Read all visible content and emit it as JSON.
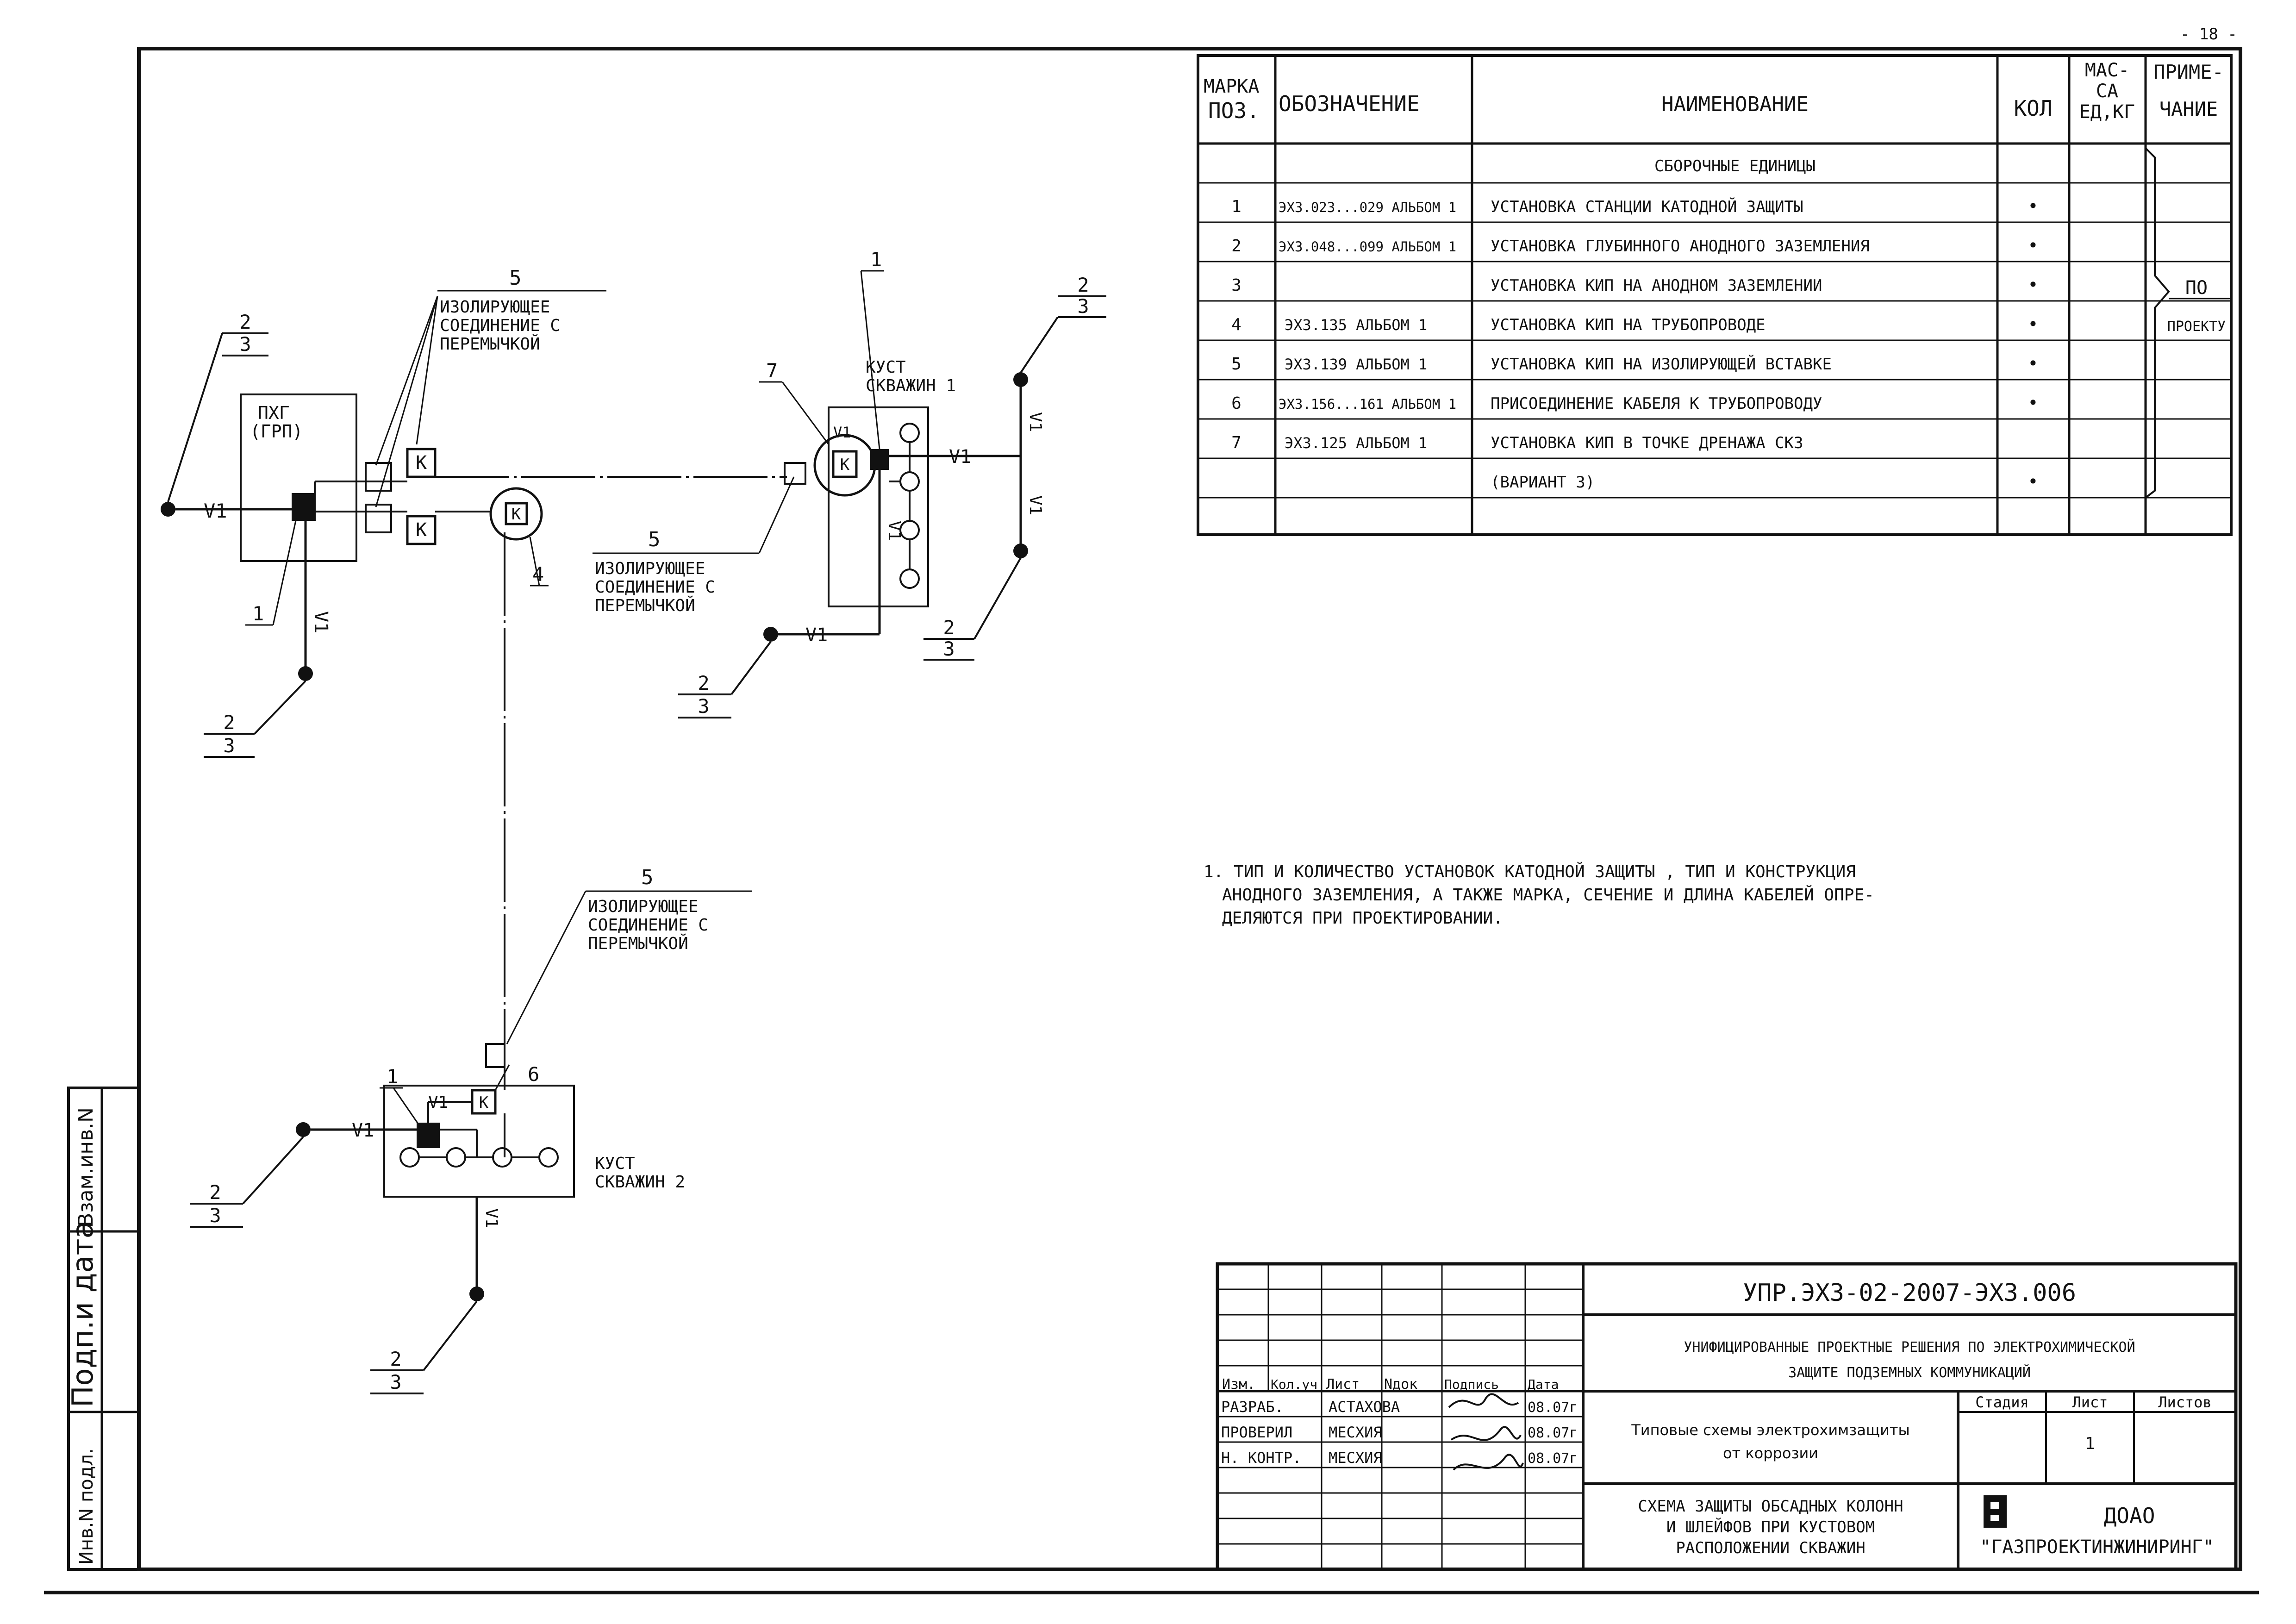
{
  "page_number": "- 18 -",
  "spec_table": {
    "headers": {
      "mark": [
        "МАРКА",
        "ПОЗ."
      ],
      "designation": "ОБОЗНАЧЕНИЕ",
      "name": "НАИМЕНОВАНИЕ",
      "qty": "КОЛ",
      "mass": [
        "МАС-",
        "СА",
        "ЕД,КГ"
      ],
      "note": [
        "ПРИМЕ-",
        "ЧАНИЕ"
      ]
    },
    "section": "СБОРОЧНЫЕ ЕДИНИЦЫ",
    "rows": [
      {
        "pos": "1",
        "designation": "ЭХЗ.023...029 АЛЬБОМ 1",
        "name": "УСТАНОВКА СТАНЦИИ КАТОДНОЙ ЗАЩИТЫ",
        "qty": "•"
      },
      {
        "pos": "2",
        "designation": "ЭХЗ.048...099 АЛЬБОМ 1",
        "name": "УСТАНОВКА ГЛУБИННОГО АНОДНОГО ЗАЗЕМЛЕНИЯ",
        "qty": "•"
      },
      {
        "pos": "3",
        "designation": "",
        "name": "УСТАНОВКА КИП НА АНОДНОМ ЗАЗЕМЛЕНИИ",
        "qty": "•"
      },
      {
        "pos": "4",
        "designation": "ЭХЗ.135 АЛЬБОМ 1",
        "name": "УСТАНОВКА КИП НА ТРУБОПРОВОДЕ",
        "qty": "•"
      },
      {
        "pos": "5",
        "designation": "ЭХЗ.139 АЛЬБОМ 1",
        "name": "УСТАНОВКА КИП НА ИЗОЛИРУЮЩЕЙ ВСТАВКЕ",
        "qty": "•"
      },
      {
        "pos": "6",
        "designation": "ЭХЗ.156...161 АЛЬБОМ 1",
        "name": "ПРИСОЕДИНЕНИЕ КАБЕЛЯ К ТРУБОПРОВОДУ",
        "qty": "•"
      },
      {
        "pos": "7",
        "designation": "ЭХЗ.125 АЛЬБОМ 1",
        "name": "УСТАНОВКА КИП В ТОЧКЕ ДРЕНАЖА СКЗ",
        "qty": ""
      },
      {
        "pos": "",
        "designation": "",
        "name": "(ВАРИАНТ 3)",
        "qty": "•"
      }
    ],
    "note_bracket": [
      "ПО",
      "ПРОЕКТУ"
    ]
  },
  "notes": [
    "1. ТИП И КОЛИЧЕСТВО УСТАНОВОК КАТОДНОЙ ЗАЩИТЫ , ТИП И КОНСТРУКЦИЯ",
    "АНОДНОГО ЗАЗЕМЛЕНИЯ, А ТАКЖЕ МАРКА, СЕЧЕНИЕ И ДЛИНА КАБЕЛЕЙ ОПРЕ-",
    "ДЕЛЯЮТСЯ ПРИ ПРОЕКТИРОВАНИИ."
  ],
  "diagram": {
    "pkhg_label": [
      "ПХГ",
      "(ГРП)"
    ],
    "cluster1_label": [
      "КУСТ",
      "СКВАЖИН 1"
    ],
    "cluster2_label": [
      "КУСТ",
      "СКВАЖИН 2"
    ],
    "insulating_label": [
      "ИЗОЛИРУЮЩЕЕ",
      "СОЕДИНЕНИЕ С",
      "ПЕРЕМЫЧКОЙ"
    ],
    "cable": "V1",
    "kip": "K",
    "kip_v1": "V1",
    "callouts": {
      "c1": "1",
      "c4": "4",
      "c5": "5",
      "c6": "6",
      "c7": "7"
    },
    "fraction": {
      "num": "2",
      "den": "3"
    }
  },
  "title_block": {
    "doc_code": "УПР.ЭХЗ-02-2007-ЭХЗ.006",
    "series_title": [
      "УНИФИЦИРОВАННЫЕ ПРОЕКТНЫЕ РЕШЕНИЯ ПО ЭЛЕКТРОХИМИЧЕСКОЙ",
      "ЗАЩИТЕ ПОДЗЕМНЫХ КОММУНИКАЦИЙ"
    ],
    "cols": [
      "Изм.",
      "Кол.уч",
      "Лист",
      "Nдок",
      "Подпись",
      "Дата"
    ],
    "people": [
      {
        "role": "РАЗРАБ.",
        "name": "АСТАХОВА",
        "date": "08.07г"
      },
      {
        "role": "ПРОВЕРИЛ",
        "name": "МЕСХИЯ",
        "date": "08.07г"
      },
      {
        "role": "Н. КОНТР.",
        "name": "МЕСХИЯ",
        "date": "08.07г"
      }
    ],
    "album_title": [
      "Типовые схемы электрохимзащиты",
      "от коррозии"
    ],
    "stage_label": "Стадия",
    "sheet_label": "Лист",
    "sheets_label": "Листов",
    "sheet_no": "1",
    "drawing_title": [
      "СХЕМА ЗАЩИТЫ ОБСАДНЫХ КОЛОНН",
      "И ШЛЕЙФОВ ПРИ КУСТОВОМ",
      "РАСПОЛОЖЕНИИ СКВАЖИН"
    ],
    "org": [
      "ДОАО",
      "\"ГАЗПРОЕКТИНЖИНИРИНГ\""
    ]
  },
  "side_stamp": [
    "Инв.N подл.",
    "Подп.и дата",
    "Взам.инв.N"
  ]
}
